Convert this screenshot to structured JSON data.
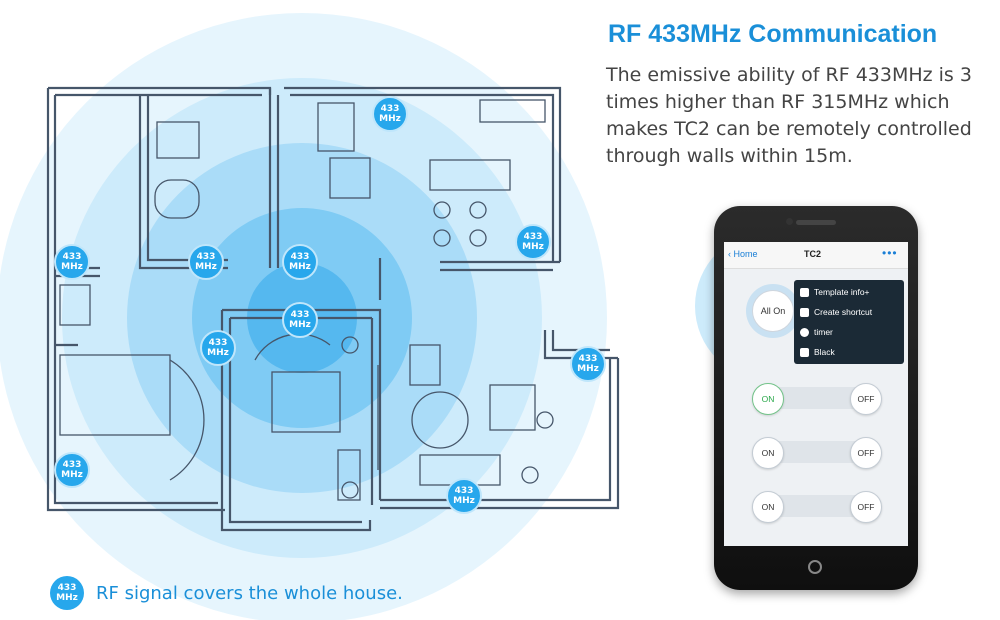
{
  "header": {
    "title": "RF 433MHz Communication",
    "description_lines": [
      "The emissive ability of RF 433MHz is 3",
      "times higher than RF 315MHz which",
      "makes TC2 can be remotely controlled",
      "through walls within 15m."
    ]
  },
  "badge": {
    "line1": "433",
    "line2": "MHz"
  },
  "caption": {
    "text": "RF signal covers the whole house."
  },
  "colors": {
    "accent": "#1a8fd8",
    "badge": "#27a7ec",
    "signal": "#c8ebfc"
  },
  "phone_app": {
    "back_label": "Home",
    "title": "TC2",
    "more_icon": "•••",
    "all_on_label": "All On",
    "menu": [
      {
        "label": "Template info+",
        "icon": "document-icon"
      },
      {
        "label": "Create shortcut",
        "icon": "shortcut-icon"
      },
      {
        "label": "timer",
        "icon": "clock-icon"
      },
      {
        "label": "Black",
        "icon": "shirt-icon"
      }
    ],
    "switches": [
      {
        "on": "ON",
        "off": "OFF"
      },
      {
        "on": "ON",
        "off": "OFF"
      },
      {
        "on": "ON",
        "off": "OFF"
      }
    ]
  }
}
